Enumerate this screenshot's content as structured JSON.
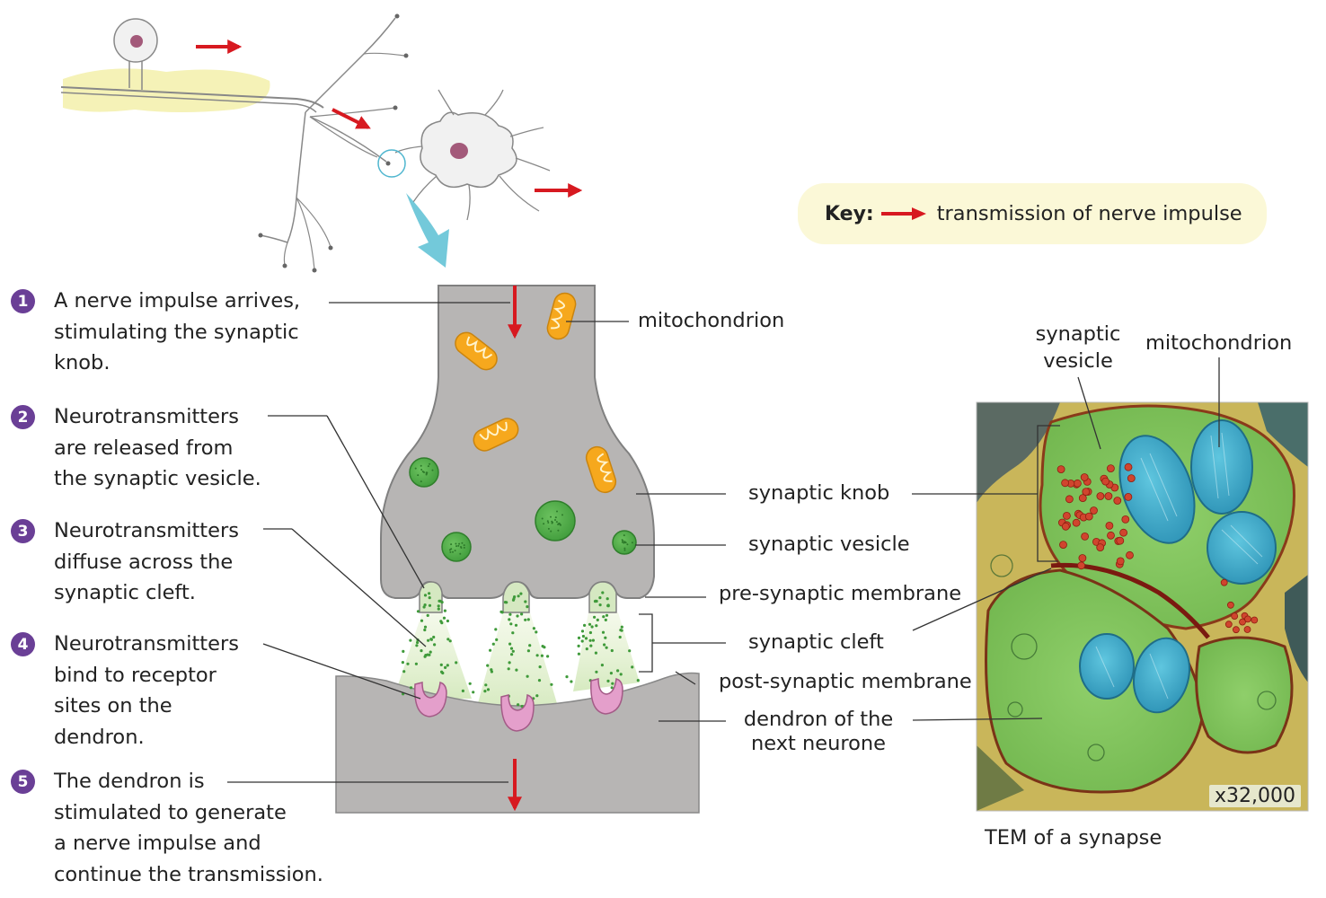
{
  "steps": [
    {
      "number": "1",
      "text": "A nerve impulse arrives,\nstimulating the synaptic\nknob."
    },
    {
      "number": "2",
      "text": "Neurotransmitters\nare released from\nthe synaptic vesicle."
    },
    {
      "number": "3",
      "text": "Neurotransmitters\ndiffuse across the\nsynaptic cleft."
    },
    {
      "number": "4",
      "text": "Neurotransmitters\nbind to receptor\nsites on the\ndendron."
    },
    {
      "number": "5",
      "text": "The dendron is\nstimulated to generate\na nerve impulse and\ncontinue the transmission."
    }
  ],
  "labels": {
    "mitochondrion": "mitochondrion",
    "synaptic_knob": "synaptic knob",
    "synaptic_vesicle": "synaptic vesicle",
    "pre_synaptic_membrane": "pre-synaptic membrane",
    "synaptic_cleft": "synaptic cleft",
    "post_synaptic_membrane": "post-synaptic membrane",
    "dendron": "dendron of the\nnext neurone"
  },
  "key": {
    "title": "Key:",
    "text": "transmission of nerve impulse",
    "arrow_color": "#d71920"
  },
  "tem": {
    "label_vesicle": "synaptic\nvesicle",
    "label_mitochondrion": "mitochondrion",
    "magnification": "x32,000",
    "caption": "TEM of a synapse"
  },
  "colors": {
    "neurone_fill": "#b7b5b4",
    "myelin": "#f5f2b7",
    "mitochondrion": "#f6a81d",
    "vesicle": "#4fae49",
    "receptor": "#e49fcb",
    "impulse_arrow": "#d71920",
    "badge": "#6a3f96"
  }
}
